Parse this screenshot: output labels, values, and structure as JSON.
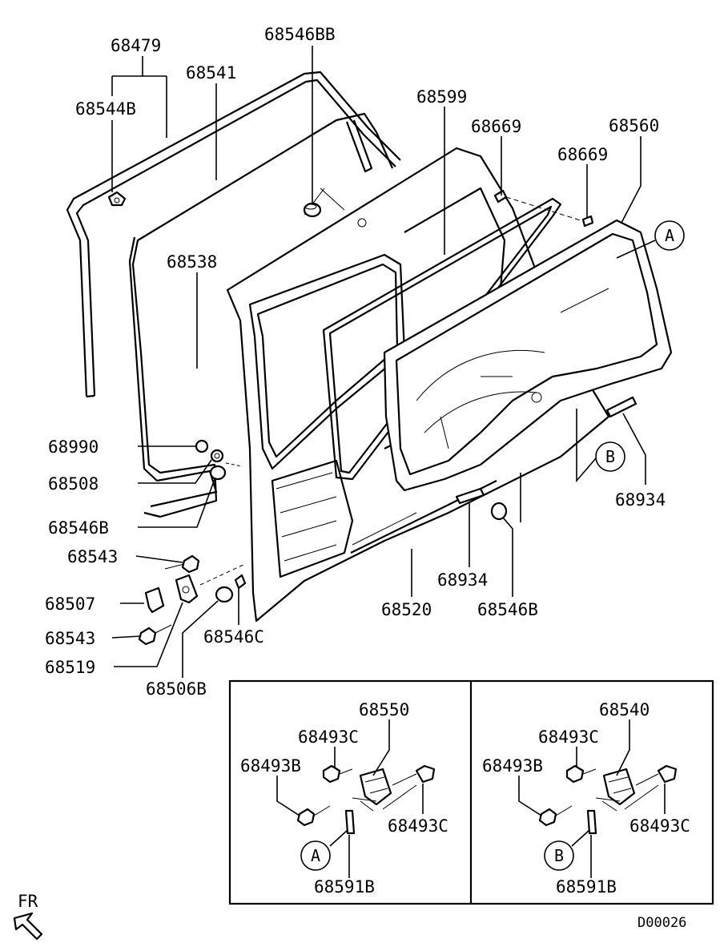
{
  "diagram": {
    "code": "D00026",
    "direction_label": "FR",
    "labels": {
      "p68479": "68479",
      "p68541": "68541",
      "p68546BB": "68546BB",
      "p68544B": "68544B",
      "p68599": "68599",
      "p68669_a": "68669",
      "p68669_b": "68669",
      "p68560": "68560",
      "p68538": "68538",
      "p68990": "68990",
      "p68508": "68508",
      "p68546B_left": "68546B",
      "p68543_top": "68543",
      "p68507": "68507",
      "p68543_bottom": "68543",
      "p68519": "68519",
      "p68506B": "68506B",
      "p68546C": "68546C",
      "p68520": "68520",
      "p68934_center": "68934",
      "p68546B_right": "68546B",
      "p68934_right": "68934"
    },
    "callouts": {
      "a_main": "A",
      "b_main": "B",
      "a_inset": "A",
      "b_inset": "B"
    },
    "inset_left": {
      "hinge": "68550",
      "bolt_top": "68493C",
      "bolt_left": "68493B",
      "bolt_right": "68493C",
      "pin": "68591B"
    },
    "inset_right": {
      "hinge": "68540",
      "bolt_top": "68493C",
      "bolt_left": "68493B",
      "bolt_right": "68493C",
      "pin": "68591B"
    }
  }
}
